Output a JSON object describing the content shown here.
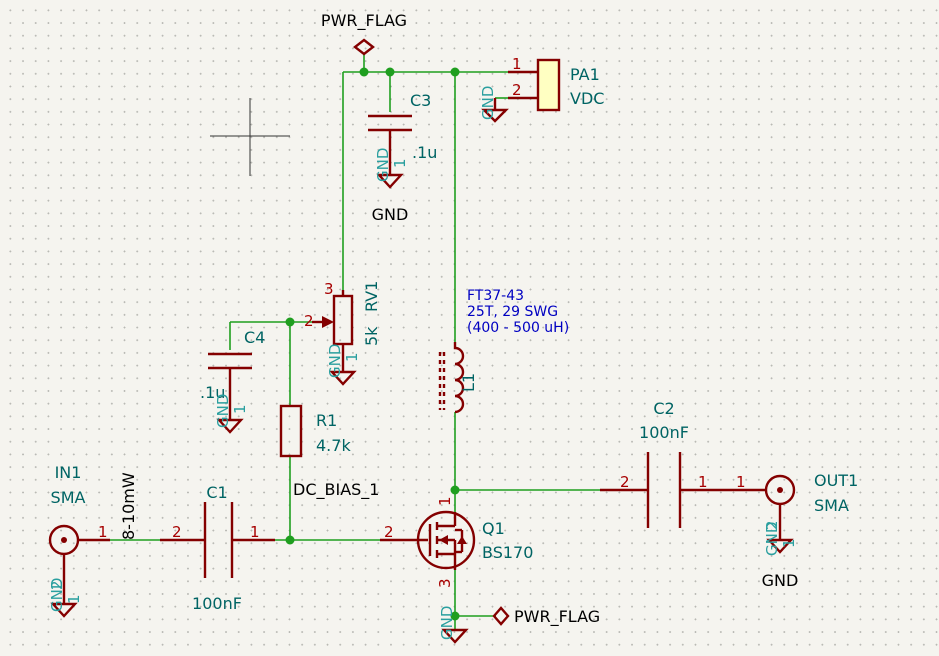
{
  "power_flags": {
    "top": "PWR_FLAG",
    "bottom": "PWR_FLAG"
  },
  "connector_pa1": {
    "ref": "PA1",
    "value": "VDC",
    "pin1": "1",
    "pin2": "2",
    "pin2_name": "GND"
  },
  "capacitor_c3": {
    "ref": "C3",
    "value": ".1u",
    "pin1": "1",
    "pin_name": "GND",
    "ground_label": "GND"
  },
  "pot_rv1": {
    "ref": "RV1",
    "value": "5k",
    "pin2": "2",
    "pin3": "3",
    "pin1": "1",
    "pin_name": "GND"
  },
  "capacitor_c4": {
    "ref": "C4",
    "value": ".1u",
    "pin1": "1",
    "pin_name": "GND"
  },
  "resistor_r1": {
    "ref": "R1",
    "value": "4.7k"
  },
  "inductor_l1": {
    "ref": "L1",
    "note_line1": "FT37-43",
    "note_line2": "25T, 29 SWG",
    "note_line3": "(400 - 500 uH)"
  },
  "capacitor_c2": {
    "ref": "C2",
    "value": "100nF",
    "pin2": "2",
    "pin1": "1"
  },
  "connector_out1": {
    "ref": "OUT1",
    "value": "SMA",
    "pin1": "1",
    "pin2": "2",
    "pin_name": "GND",
    "ground_label": "GND",
    "pin_extra": "1"
  },
  "connector_in1": {
    "ref": "IN1",
    "value": "SMA",
    "pin1": "1",
    "pin2": "2",
    "pin_name": "GND",
    "pin_extra": "1",
    "power_note": "8-10mW"
  },
  "capacitor_c1": {
    "ref": "C1",
    "value": "100nF",
    "pin2": "2",
    "pin1": "1"
  },
  "transistor_q1": {
    "ref": "Q1",
    "value": "BS170",
    "pin1": "1",
    "pin2": "2",
    "pin3": "3",
    "pin_name": "GND"
  },
  "net_label": "DC_BIAS_1",
  "colors": {
    "wire": "#1f9e1f",
    "component": "#840000",
    "body_fill": "#ffffc2",
    "reference": "#006464",
    "note": "#0000c2"
  }
}
